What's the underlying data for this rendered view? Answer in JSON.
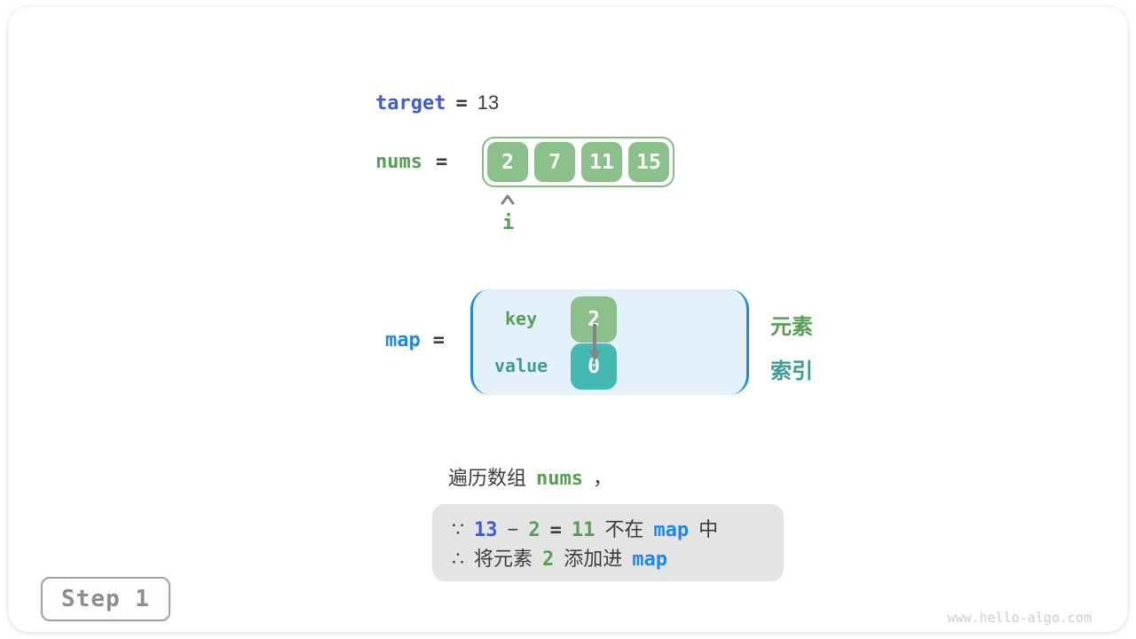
{
  "page": {
    "step_label": "Step 1",
    "watermark": "www.hello-algo.com"
  },
  "colors": {
    "indigo_blue": "#3d5cd6",
    "azure_blue": "#1e88e5",
    "green_text": "#55a055",
    "green_fill": "#8bc08b",
    "teal_text": "#3d9c96",
    "teal_fill": "#44b9b2",
    "dark_text": "#3b3b3b",
    "gray": "#8c8c8c",
    "map_fill": "#e4f0fa",
    "note_fill": "#e4e4e4"
  },
  "target_line": {
    "tokens": [
      {
        "text": "target",
        "cls": "t-indigo"
      },
      {
        "text": "=",
        "cls": "t-darkm"
      },
      {
        "text": "13",
        "cls": "t-dark"
      }
    ]
  },
  "nums": {
    "label": "nums",
    "eq": "=",
    "values": [
      "2",
      "7",
      "11",
      "15"
    ]
  },
  "pointer": {
    "label": "i",
    "icon": "caret-up"
  },
  "map_section": {
    "label": "map",
    "eq": "=",
    "key_label": "key",
    "key_value": "2",
    "value_label": "value",
    "value_value": "0",
    "element_label": "元素",
    "index_label": "索引"
  },
  "caption": {
    "tokens": [
      {
        "text": "遍历数组",
        "cls": "t-dark"
      },
      {
        "text": "nums",
        "cls": "t-green"
      },
      {
        "text": "，",
        "cls": "t-dark"
      }
    ]
  },
  "note": {
    "line1": [
      {
        "text": "∵",
        "cls": "t-dark"
      },
      {
        "text": "13",
        "cls": "t-indigo"
      },
      {
        "text": "−",
        "cls": "t-dark"
      },
      {
        "text": "2",
        "cls": "t-green"
      },
      {
        "text": "=",
        "cls": "t-darkm"
      },
      {
        "text": "11",
        "cls": "t-green"
      },
      {
        "text": "不在",
        "cls": "t-dark"
      },
      {
        "text": "map",
        "cls": "t-azure"
      },
      {
        "text": "中",
        "cls": "t-dark"
      }
    ],
    "line2": [
      {
        "text": "∴",
        "cls": "t-dark"
      },
      {
        "text": "将元素",
        "cls": "t-dark"
      },
      {
        "text": "2",
        "cls": "t-green"
      },
      {
        "text": "添加进",
        "cls": "t-dark"
      },
      {
        "text": "map",
        "cls": "t-azure"
      }
    ]
  }
}
